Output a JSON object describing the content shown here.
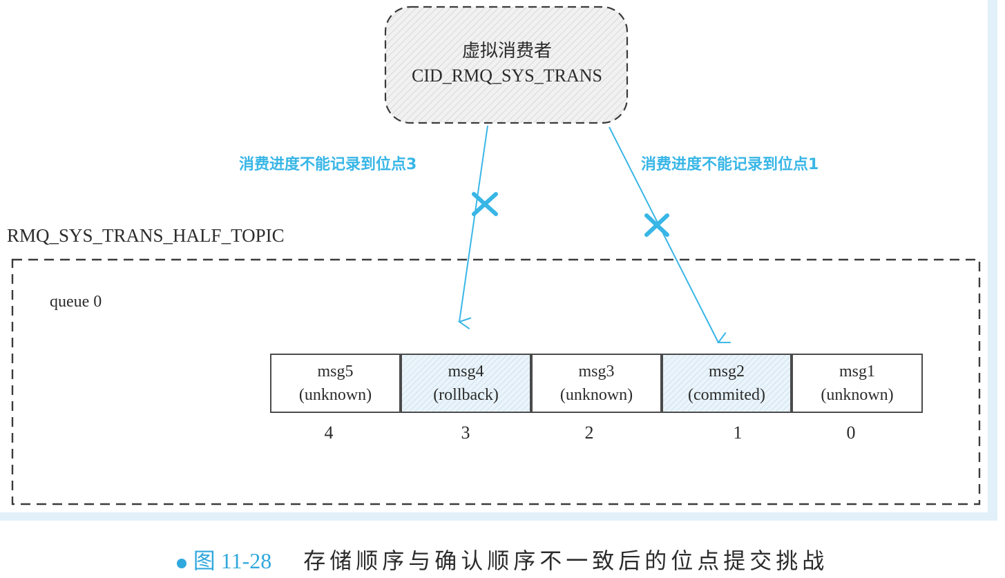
{
  "consumer": {
    "line1": "虚拟消费者",
    "line2": "CID_RMQ_SYS_TRANS"
  },
  "arrows": {
    "left_label": "消费进度不能记录到位点3",
    "right_label": "消费进度不能记录到位点1"
  },
  "topic": {
    "name": "RMQ_SYS_TRANS_HALF_TOPIC",
    "queue": "queue 0"
  },
  "messages": [
    {
      "name": "msg5",
      "status": "(unknown)",
      "offset": "4",
      "highlighted": false
    },
    {
      "name": "msg4",
      "status": "(rollback)",
      "offset": "3",
      "highlighted": true
    },
    {
      "name": "msg3",
      "status": "(unknown)",
      "offset": "2",
      "highlighted": false
    },
    {
      "name": "msg2",
      "status": "(commited)",
      "offset": "1",
      "highlighted": true
    },
    {
      "name": "msg1",
      "status": "(unknown)",
      "offset": "0",
      "highlighted": false
    }
  ],
  "caption": {
    "figure": "图 11-28",
    "title": "存储顺序与确认顺序不一致后的位点提交挑战"
  },
  "colors": {
    "accent": "#38b6e6",
    "text": "#2b2b2b",
    "border": "#4a4a4a"
  }
}
